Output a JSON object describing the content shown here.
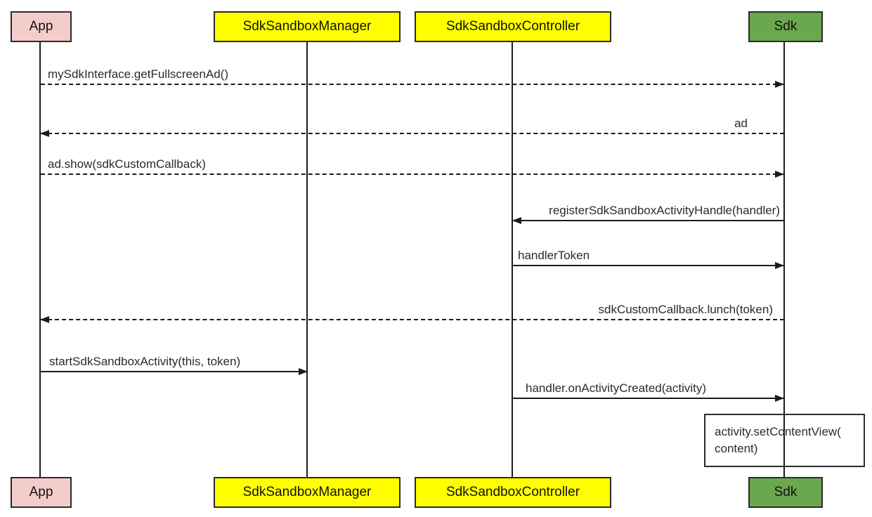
{
  "diagram": {
    "kind": "uml-sequence-diagram",
    "colors": {
      "background": "#ffffff",
      "line": "#1c1c1c",
      "text": "#2b2b2b",
      "app_fill": "#f4cccc",
      "manager_fill": "#ffff00",
      "controller_fill": "#ffff00",
      "sdk_fill": "#6aa84f"
    },
    "participants": [
      {
        "name": "App",
        "fill": "#f4cccc"
      },
      {
        "name": "SdkSandboxManager",
        "fill": "#ffff00"
      },
      {
        "name": "SdkSandboxController",
        "fill": "#ffff00"
      },
      {
        "name": "Sdk",
        "fill": "#6aa84f"
      }
    ],
    "messages": [
      {
        "label": "mySdkInterface.getFullscreenAd()",
        "from": "App",
        "to": "Sdk",
        "style": "dashed"
      },
      {
        "label": "ad",
        "from": "Sdk",
        "to": "App",
        "style": "dashed"
      },
      {
        "label": "ad.show(sdkCustomCallback)",
        "from": "App",
        "to": "Sdk",
        "style": "dashed"
      },
      {
        "label": "registerSdkSandboxActivityHandle(handler)",
        "from": "Sdk",
        "to": "SdkSandboxController",
        "style": "solid"
      },
      {
        "label": "handlerToken",
        "from": "SdkSandboxController",
        "to": "Sdk",
        "style": "solid"
      },
      {
        "label": "sdkCustomCallback.lunch(token)",
        "from": "Sdk",
        "to": "App",
        "style": "dashed"
      },
      {
        "label": "startSdkSandboxActivity(this, token)",
        "from": "App",
        "to": "SdkSandboxManager",
        "style": "solid"
      },
      {
        "label": "handler.onActivityCreated(activity)",
        "from": "SdkSandboxController",
        "to": "Sdk",
        "style": "solid"
      }
    ],
    "note": {
      "attached_to": "Sdk",
      "lines": [
        "activity.setContentView(",
        "content)"
      ]
    }
  }
}
